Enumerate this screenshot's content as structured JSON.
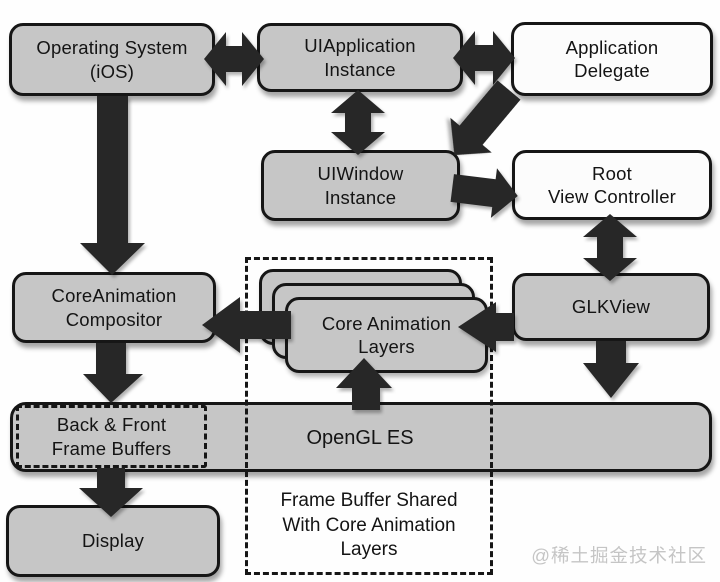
{
  "nodes": {
    "os": {
      "label": "Operating System\n(iOS)",
      "fill": "gray"
    },
    "uiapplication": {
      "label": "UIApplication\nInstance",
      "fill": "gray"
    },
    "app_delegate": {
      "label": "Application\nDelegate",
      "fill": "white"
    },
    "uiwindow": {
      "label": "UIWindow\nInstance",
      "fill": "gray"
    },
    "root_vc": {
      "label": "Root\nView Controller",
      "fill": "white"
    },
    "compositor": {
      "label": "CoreAnimation\nCompositor",
      "fill": "gray"
    },
    "glkview": {
      "label": "GLKView",
      "fill": "gray"
    },
    "ca_layers": {
      "label": "Core Animation\nLayers",
      "fill": "gray",
      "stacked_count": 3
    },
    "opengl": {
      "label": "OpenGL ES",
      "fill": "gray"
    },
    "frame_buffers": {
      "label": "Back & Front\nFrame Buffers",
      "fill": "gray",
      "border": "dashed"
    },
    "display": {
      "label": "Display",
      "fill": "gray"
    }
  },
  "region_note": {
    "label": "Frame Buffer Shared\nWith Core Animation\nLayers",
    "border": "dashed"
  },
  "edges": [
    {
      "from": "operating-system",
      "to": "uiapplication-instance",
      "style": "double-headed"
    },
    {
      "from": "uiapplication-instance",
      "to": "application-delegate",
      "style": "double-headed"
    },
    {
      "from": "uiapplication-instance",
      "to": "uiwindow-instance",
      "style": "double-headed"
    },
    {
      "from": "application-delegate",
      "to": "uiwindow-instance",
      "style": "single"
    },
    {
      "from": "uiwindow-instance",
      "to": "root-view-controller",
      "style": "single"
    },
    {
      "from": "root-view-controller",
      "to": "glkview",
      "style": "double-headed"
    },
    {
      "from": "operating-system",
      "to": "coreanimation-compositor",
      "style": "single"
    },
    {
      "from": "core-animation-layers",
      "to": "coreanimation-compositor",
      "style": "single"
    },
    {
      "from": "glkview",
      "to": "core-animation-layers",
      "style": "single"
    },
    {
      "from": "glkview",
      "to": "opengl-es",
      "style": "single"
    },
    {
      "from": "opengl-es",
      "to": "core-animation-layers",
      "style": "single"
    },
    {
      "from": "coreanimation-compositor",
      "to": "back-front-frame-buffers",
      "style": "single"
    },
    {
      "from": "back-front-frame-buffers",
      "to": "display",
      "style": "single"
    }
  ],
  "colors": {
    "box_gray": "#c6c6c6",
    "box_white": "#fcfcfc",
    "border": "#161616",
    "arrow": "#272727",
    "text": "#141414",
    "watermark": "#c5c5c5"
  },
  "watermark": "@稀土掘金技术社区"
}
